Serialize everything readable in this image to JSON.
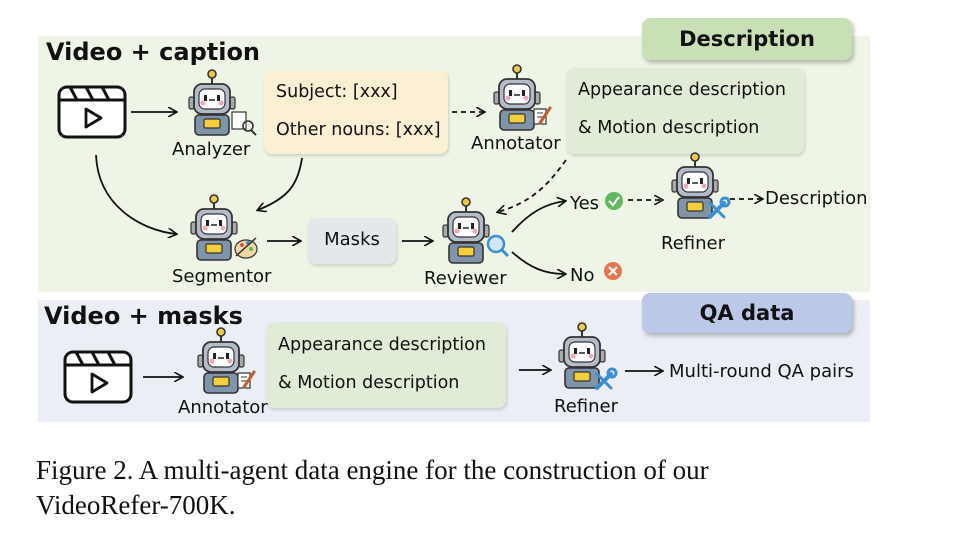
{
  "top_panel": {
    "title": "Video + caption",
    "tag": "Description",
    "analyzer_label": "Analyzer",
    "subject_line": "Subject: [xxx]",
    "nouns_line": "Other nouns: [xxx]",
    "annotator_label": "Annotator",
    "desc_line1": "Appearance description",
    "desc_line2": "& Motion description",
    "segmentor_label": "Segmentor",
    "masks_label": "Masks",
    "reviewer_label": "Reviewer",
    "yes_label": "Yes",
    "no_label": "No",
    "refiner_label": "Refiner",
    "output_label": "Description"
  },
  "bottom_panel": {
    "title": "Video + masks",
    "tag": "QA data",
    "annotator_label": "Annotator",
    "desc_line1": "Appearance description",
    "desc_line2": "& Motion description",
    "refiner_label": "Refiner",
    "output_label": "Multi-round QA pairs"
  },
  "caption": {
    "line1": "Figure 2.  A multi-agent data engine for the construction of our",
    "line2": "VideoRefer-700K."
  },
  "colors": {
    "top_panel_bg": "#eef5e6",
    "bottom_panel_bg": "#eceef6",
    "description_tag": "#c9e0b7",
    "qa_tag": "#bcc8e8",
    "caption_box": "#fbefd4",
    "desc_box": "#e1ecd8",
    "masks_box": "#e4e8ea",
    "check_green": "#5fb85f",
    "cross_orange": "#e8744f"
  }
}
